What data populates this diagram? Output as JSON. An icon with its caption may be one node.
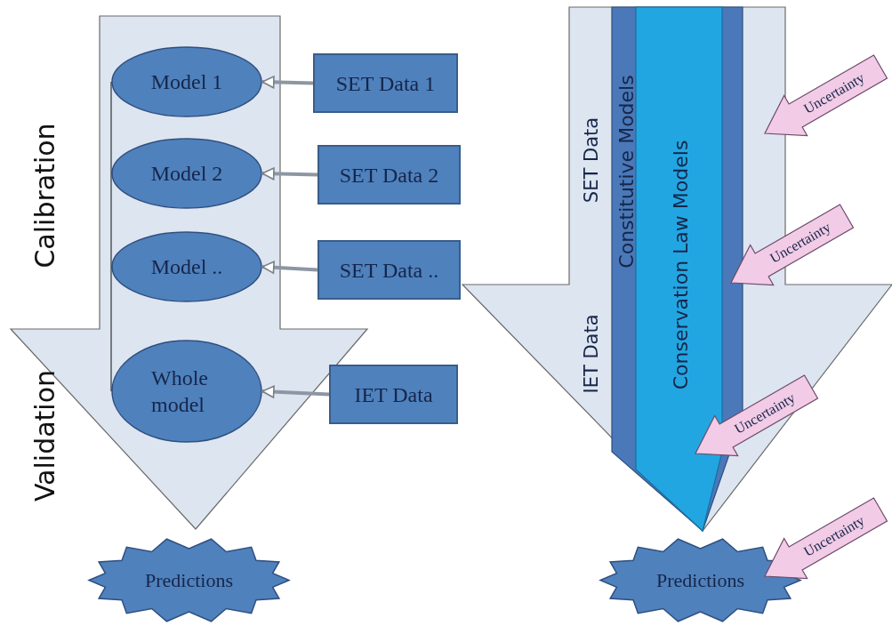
{
  "diagram": {
    "nodes": [
      {
        "text": [],
        "shape": "arrow"
      },
      {
        "text": [
          "Model 1"
        ],
        "in": 0
      },
      {
        "text": [
          "Model 2"
        ],
        "in": 0
      },
      {
        "text": [
          "Model .."
        ],
        "in": 0
      },
      {
        "text": [
          "Whole model"
        ],
        "in": 0
      },
      {
        "text": [
          "SET Data 1"
        ]
      },
      {
        "text": [
          "SET Data 2"
        ]
      },
      {
        "text": [
          "SET Data .."
        ]
      },
      {
        "text": [
          "IET Data"
        ]
      },
      {
        "text": [
          "Predictions"
        ]
      },
      {
        "text": [
          "SET Data",
          "IET Data"
        ]
      },
      {
        "text": [
          "Constitutive Models"
        ],
        "in": 10
      },
      {
        "text": [
          "Conservation Law Models"
        ],
        "in": 11
      },
      {
        "text": [
          "Predictions"
        ]
      }
    ],
    "edges": [
      {
        "from": 5,
        "to": 1,
        "arrow": "to"
      },
      {
        "from": 6,
        "to": 2,
        "arrow": "to"
      },
      {
        "from": 7,
        "to": 3,
        "arrow": "to"
      },
      {
        "from": 8,
        "to": 4,
        "arrow": "to"
      },
      {
        "from": 1,
        "to": 4,
        "arrow": "none",
        "color": "#333333"
      },
      {
        "from": null,
        "to": 10,
        "arrow": "to",
        "label": "Uncertainty",
        "style": "thick",
        "color": "#f2cbe6"
      },
      {
        "from": null,
        "to": 11,
        "arrow": "to",
        "label": "Uncertainty",
        "style": "thick",
        "color": "#f2cbe6"
      },
      {
        "from": null,
        "to": 12,
        "arrow": "to",
        "label": "Uncertainty",
        "style": "thick",
        "color": "#f2cbe6"
      },
      {
        "from": null,
        "to": 13,
        "arrow": "to",
        "label": "Uncertainty",
        "style": "thick",
        "color": "#f2cbe6"
      }
    ],
    "labels": [
      "Calibration",
      "Validation"
    ]
  }
}
